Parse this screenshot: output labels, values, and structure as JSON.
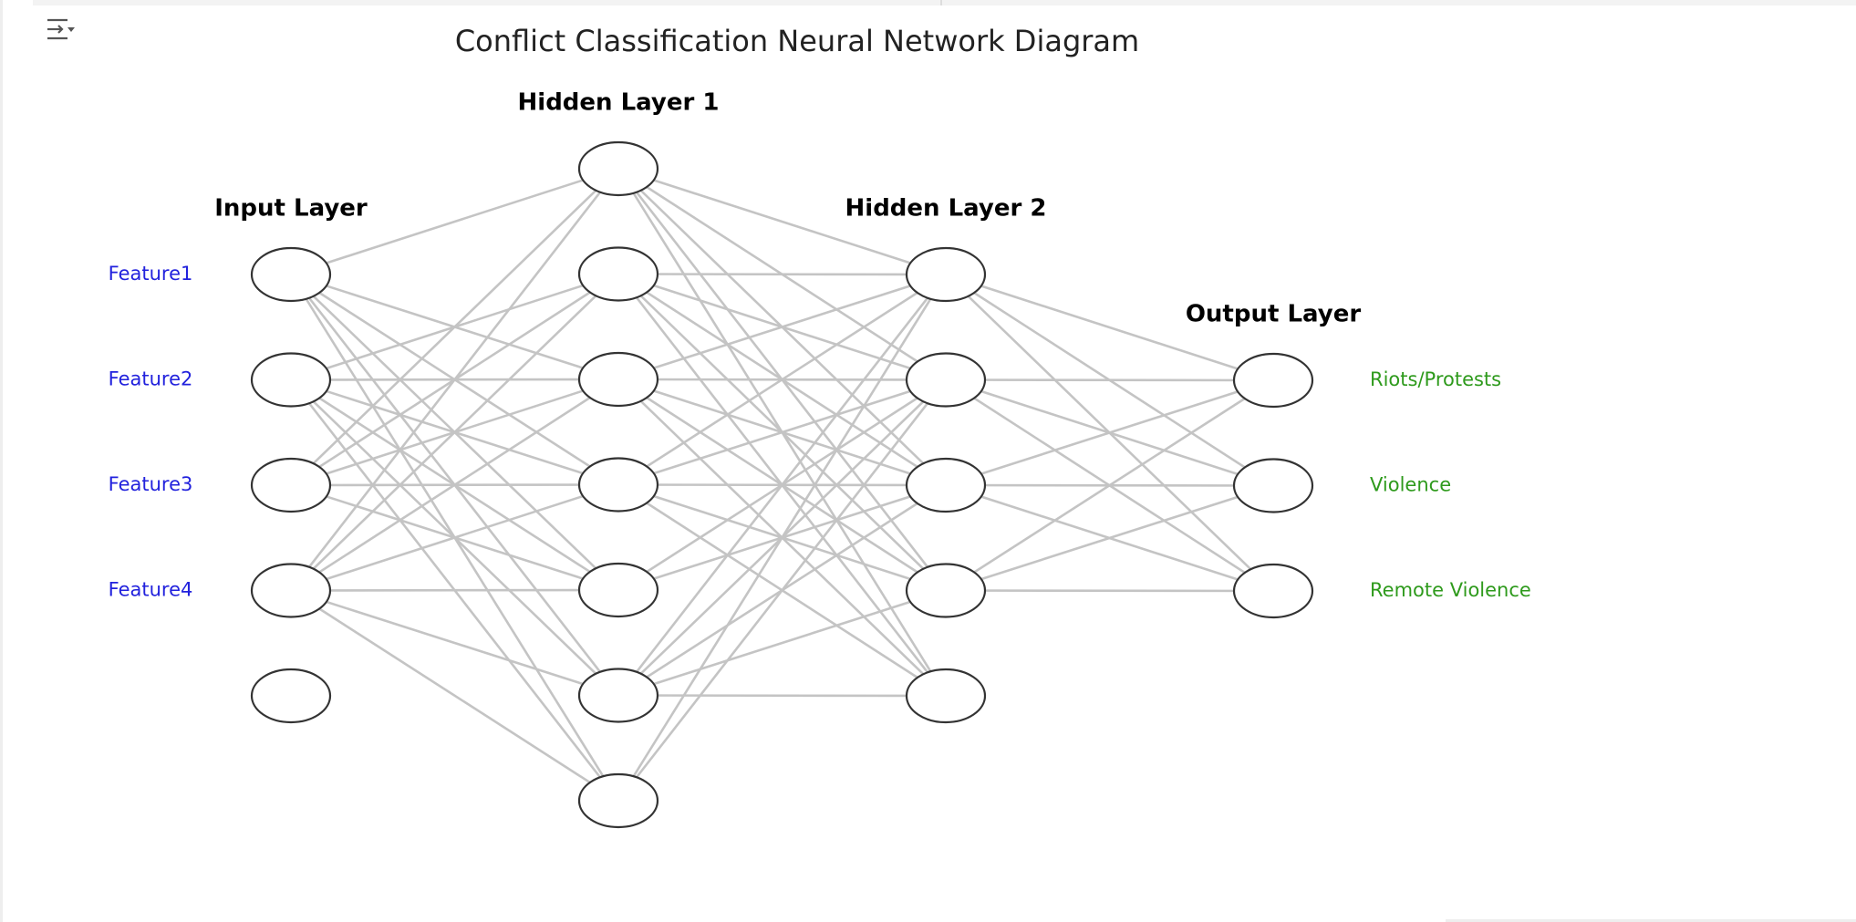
{
  "title": "Conflict Classification Neural Network Diagram",
  "colors": {
    "edge": "#c4c4c4",
    "node_stroke": "#333333",
    "node_fill": "#ffffff",
    "input_label": "#2222dd",
    "output_label": "#2e9a1c"
  },
  "toolbar": {
    "icon": "collapse-output-icon"
  },
  "layers": [
    {
      "name": "Input Layer",
      "nodes": 5,
      "labels": [
        "Feature1",
        "Feature2",
        "Feature3",
        "Feature4"
      ]
    },
    {
      "name": "Hidden Layer 1",
      "nodes": 7,
      "labels": []
    },
    {
      "name": "Hidden Layer 2",
      "nodes": 5,
      "labels": []
    },
    {
      "name": "Output Layer",
      "nodes": 3,
      "labels": [
        "Riots/Protests",
        "Violence",
        "Remote Violence"
      ]
    }
  ],
  "edges": [
    [
      [
        0,
        0
      ],
      [
        0,
        2
      ],
      [
        0,
        3
      ],
      [
        0,
        4
      ],
      [
        0,
        5
      ],
      [
        0,
        6
      ],
      [
        1,
        1
      ],
      [
        1,
        2
      ],
      [
        1,
        3
      ],
      [
        1,
        4
      ],
      [
        1,
        5
      ],
      [
        1,
        6
      ],
      [
        2,
        0
      ],
      [
        2,
        1
      ],
      [
        2,
        2
      ],
      [
        2,
        3
      ],
      [
        2,
        4
      ],
      [
        3,
        0
      ],
      [
        3,
        1
      ],
      [
        3,
        2
      ],
      [
        3,
        3
      ],
      [
        3,
        4
      ],
      [
        3,
        5
      ],
      [
        3,
        6
      ]
    ],
    [
      [
        0,
        0
      ],
      [
        0,
        1
      ],
      [
        0,
        2
      ],
      [
        0,
        3
      ],
      [
        0,
        4
      ],
      [
        1,
        0
      ],
      [
        1,
        1
      ],
      [
        1,
        2
      ],
      [
        1,
        3
      ],
      [
        1,
        4
      ],
      [
        2,
        0
      ],
      [
        2,
        1
      ],
      [
        2,
        2
      ],
      [
        2,
        3
      ],
      [
        2,
        4
      ],
      [
        3,
        0
      ],
      [
        3,
        1
      ],
      [
        3,
        2
      ],
      [
        3,
        3
      ],
      [
        3,
        4
      ],
      [
        4,
        1
      ],
      [
        4,
        2
      ],
      [
        5,
        0
      ],
      [
        5,
        1
      ],
      [
        5,
        2
      ],
      [
        5,
        3
      ],
      [
        5,
        4
      ],
      [
        6,
        0
      ],
      [
        6,
        1
      ]
    ],
    [
      [
        0,
        0
      ],
      [
        0,
        1
      ],
      [
        0,
        2
      ],
      [
        1,
        0
      ],
      [
        1,
        1
      ],
      [
        1,
        2
      ],
      [
        2,
        0
      ],
      [
        2,
        1
      ],
      [
        2,
        2
      ],
      [
        3,
        0
      ],
      [
        3,
        1
      ],
      [
        3,
        2
      ]
    ]
  ]
}
